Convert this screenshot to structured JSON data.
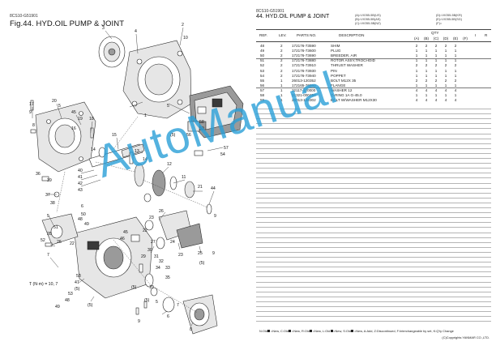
{
  "left_page": {
    "model_code": "8CS10-G51901",
    "figure_title": "Fig.44.  HYD.OIL PUMP & JOINT",
    "callouts": [
      "1",
      "2",
      "3",
      "4",
      "5",
      "6",
      "7",
      "8",
      "9",
      "10",
      "11",
      "12",
      "13",
      "14",
      "15",
      "16",
      "17",
      "18",
      "19",
      "20",
      "21",
      "22",
      "23",
      "24",
      "25",
      "26",
      "27",
      "28",
      "29",
      "30",
      "31",
      "32",
      "33",
      "34",
      "35",
      "36",
      "37",
      "38",
      "39",
      "40",
      "41",
      "42",
      "43",
      "44",
      "45",
      "46",
      "47",
      "48",
      "49",
      "50",
      "51",
      "52",
      "53",
      "54",
      "56",
      "57",
      "58",
      "59"
    ],
    "paren_label": "(5)",
    "torque_note": "T (N·m) = 10, 7",
    "tag_label": "7"
  },
  "right_page": {
    "model_code": "8CS10-G51901",
    "list_title": "44.  HYD.OIL PUMP & JOINT",
    "model_notes_left": [
      "(A)=VIO55-5B(US)",
      "(B)=VIO55-5B(AS)",
      "(C)=VIO55-5B(NZ)"
    ],
    "model_notes_right": [
      "(D)=VIO55-5B(KR)",
      "(E)=VIO55-5B(SG)",
      "(F)="
    ],
    "headers": {
      "ref": "REF.",
      "lev": "LEV.",
      "parts_no": "PARTS NO.",
      "description": "DESCRIPTION",
      "qty": "QTY",
      "qty_cols": [
        "(A)",
        "(B)",
        "(C)",
        "(D)",
        "(E)",
        "(F)"
      ],
      "i": "I",
      "r": "R"
    },
    "rows": [
      {
        "ref": "48",
        "lev": "2",
        "parts_no": "172176-73590",
        "desc": "SHIM",
        "qty": [
          "2",
          "2",
          "2",
          "2",
          "2",
          ""
        ]
      },
      {
        "ref": "49",
        "lev": "2",
        "parts_no": "172176-73600",
        "desc": "PLUG",
        "qty": [
          "1",
          "1",
          "1",
          "1",
          "1",
          ""
        ]
      },
      {
        "ref": "50",
        "lev": "2",
        "parts_no": "172176-73690",
        "desc": "BREEDER, AIR",
        "qty": [
          "1",
          "1",
          "1",
          "1",
          "1",
          ""
        ]
      },
      {
        "ref": "51",
        "lev": "2",
        "parts_no": "172176-73880",
        "desc": "ROTOR ASSY,TROCHOID",
        "qty": [
          "1",
          "1",
          "1",
          "1",
          "1",
          ""
        ]
      },
      {
        "ref": "52",
        "lev": "2",
        "parts_no": "172176-73910",
        "desc": "THRUST WASHER",
        "qty": [
          "2",
          "2",
          "2",
          "2",
          "2",
          ""
        ]
      },
      {
        "ref": "53",
        "lev": "2",
        "parts_no": "172176-73930",
        "desc": "PIN",
        "qty": [
          "1",
          "1",
          "1",
          "1",
          "1",
          ""
        ]
      },
      {
        "ref": "54",
        "lev": "2",
        "parts_no": "172176-73940",
        "desc": "POPPET",
        "qty": [
          "1",
          "1",
          "1",
          "1",
          "1",
          ""
        ]
      },
      {
        "ref": "55",
        "lev": "1",
        "parts_no": "26013-120352",
        "desc": "BOLT M12X 35",
        "qty": [
          "2",
          "2",
          "2",
          "2",
          "2",
          ""
        ]
      },
      {
        "ref": "56",
        "lev": "1",
        "parts_no": "172165-76860",
        "desc": "FLANGE",
        "qty": [
          "1",
          "1",
          "1",
          "1",
          "1",
          ""
        ]
      },
      {
        "ref": "57",
        "lev": "1",
        "parts_no": "22117-120000",
        "desc": "WASHER 12",
        "qty": [
          "4",
          "4",
          "4",
          "4",
          "4",
          ""
        ]
      },
      {
        "ref": "58",
        "lev": "1",
        "parts_no": "24321-000450",
        "desc": "O-RING 1A G-45.0",
        "qty": [
          "1",
          "1",
          "1",
          "1",
          "1",
          ""
        ]
      },
      {
        "ref": "59",
        "lev": "1",
        "parts_no": "26013-120302",
        "desc": "BOLT W/WASHER M12X30",
        "qty": [
          "4",
          "4",
          "4",
          "4",
          "4",
          ""
        ]
      }
    ],
    "legend": [
      "N:Old",
      "=New,",
      "C:Old",
      "=New,",
      "R:Old",
      "=New,",
      "L:Old",
      "=New,",
      "S:Old",
      "=New,",
      "A:Add, Z:Discontinued, F:Interchangeable by set, K:Q'ty Change"
    ],
    "copyright": "(C)Copyrights YANMAR CO.,LTD."
  },
  "watermark": "AutoManual"
}
